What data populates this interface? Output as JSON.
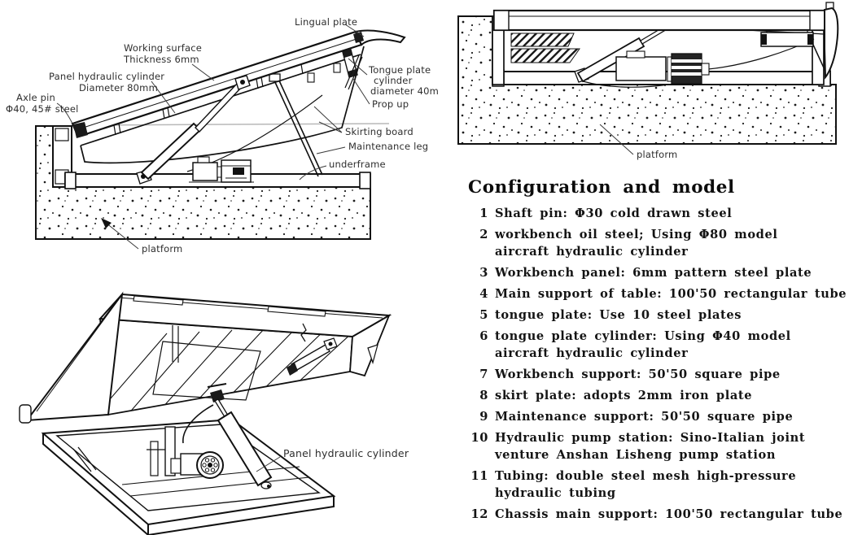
{
  "diagram_raised": {
    "labels": {
      "lingual_plate": "Lingual plate",
      "working_surface_line1": "Working surface",
      "working_surface_line2": "Thickness 6mm",
      "panel_cylinder_line1": "Panel hydraulic cylinder",
      "panel_cylinder_line2": "Diameter 80mm",
      "axle_pin_line1": "Axle pin",
      "axle_pin_line2": "Φ40, 45# steel",
      "tongue_line1": "Tongue plate",
      "tongue_line2": "cylinder",
      "tongue_line3": "diameter 40m",
      "prop_up": "Prop up",
      "skirting_board": "Skirting board",
      "maintenance_leg": "Maintenance leg",
      "underframe": "underframe",
      "platform": "platform"
    }
  },
  "diagram_flat": {
    "labels": {
      "platform": "platform"
    }
  },
  "diagram_3d": {
    "labels": {
      "panel_hydraulic_cylinder": "Panel hydraulic cylinder"
    }
  },
  "config_section": {
    "title": "Configuration and model",
    "items": [
      {
        "num": "1",
        "line1": "Shaft pin: Φ30 cold drawn steel",
        "line2": ""
      },
      {
        "num": "2",
        "line1": "workbench oil steel; Using Φ80 model",
        "line2": "aircraft hydraulic cylinder"
      },
      {
        "num": "3",
        "line1": "Workbench panel: 6mm pattern steel plate",
        "line2": ""
      },
      {
        "num": "4",
        "line1": "Main support of table: 100'50 rectangular tube",
        "line2": ""
      },
      {
        "num": "5",
        "line1": "tongue plate: Use 10 steel plates",
        "line2": ""
      },
      {
        "num": "6",
        "line1": "tongue plate cylinder: Using Φ40 model",
        "line2": "aircraft hydraulic cylinder"
      },
      {
        "num": "7",
        "line1": "Workbench support: 50'50 square pipe",
        "line2": ""
      },
      {
        "num": "8",
        "line1": "skirt plate: adopts 2mm iron plate",
        "line2": ""
      },
      {
        "num": "9",
        "line1": "Maintenance support: 50'50 square pipe",
        "line2": ""
      },
      {
        "num": "10",
        "line1": "Hydraulic pump station: Sino-Italian joint",
        "line2": "venture Anshan Lisheng pump station"
      },
      {
        "num": "11",
        "line1": "Tubing: double steel mesh high-pressure",
        "line2": "hydraulic tubing"
      },
      {
        "num": "12",
        "line1": "Chassis main support: 100'50 rectangular tube",
        "line2": ""
      }
    ]
  }
}
